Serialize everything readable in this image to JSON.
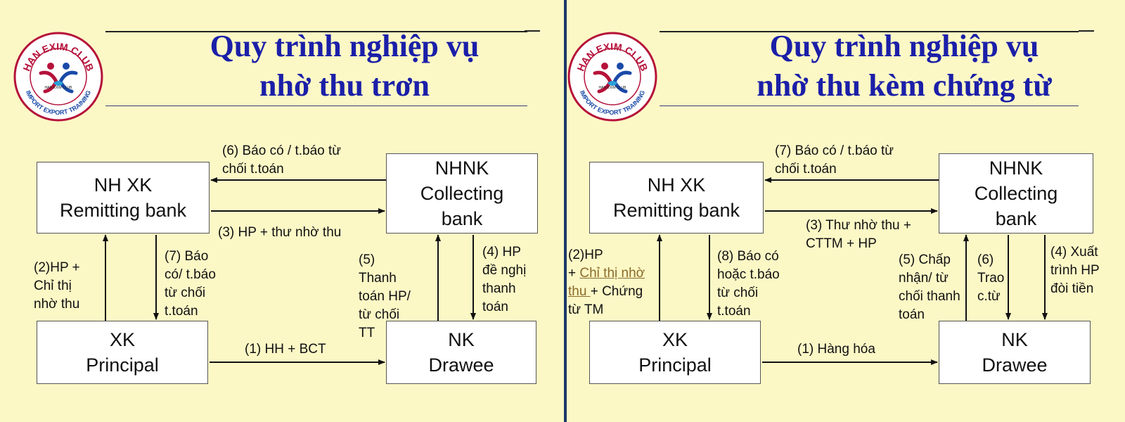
{
  "logo": {
    "top_text": "HAN EXIM CLUB",
    "bottom_text": "IMPORT EXPORT TRAINING",
    "center_text": "HAN EXIM CLUB"
  },
  "left_slide": {
    "title_line1": "Quy trình nghiệp vụ",
    "title_line2": "nhờ thu trơn",
    "boxes": {
      "remitting": [
        "NH XK",
        "Remitting bank"
      ],
      "collecting": [
        "NHNK",
        "Collecting",
        "bank"
      ],
      "principal": [
        "XK",
        "Principal"
      ],
      "drawee": [
        "NK",
        "Drawee"
      ]
    },
    "labels": {
      "step6": [
        "(6) Báo có / t.báo từ",
        "chối t.toán"
      ],
      "step3": [
        "(3) HP + thư nhờ thu"
      ],
      "step2": [
        "(2)HP +",
        "Chỉ thị",
        "nhờ thu"
      ],
      "step7": [
        "(7) Báo",
        "có/ t.báo",
        "từ chối",
        "t.toán"
      ],
      "step5": [
        "(5)",
        "Thanh",
        "toán HP/",
        "từ chối",
        "TT"
      ],
      "step4": [
        "(4) HP",
        "đề nghị",
        "thanh",
        "toán"
      ],
      "step1": [
        "(1) HH + BCT"
      ]
    }
  },
  "right_slide": {
    "title_line1": "Quy trình nghiệp vụ",
    "title_line2": "nhờ thu kèm chứng từ",
    "boxes": {
      "remitting": [
        "NH XK",
        "Remitting bank"
      ],
      "collecting": [
        "NHNK",
        "Collecting",
        "bank"
      ],
      "principal": [
        "XK",
        "Principal"
      ],
      "drawee": [
        "NK",
        "Drawee"
      ]
    },
    "labels": {
      "step7": [
        "(7) Báo có / t.báo từ",
        "chối t.toán"
      ],
      "step3": [
        "(3) Thư nhờ thu +",
        "CTTM + HP"
      ],
      "step2_line1": "(2)HP",
      "step2_plus": "+ ",
      "step2_link_a": "Chỉ thị nhờ",
      "step2_link_b": "thu ",
      "step2_rest": "+ Chứng",
      "step2_line4": "từ TM",
      "step8": [
        "(8) Báo có",
        "hoặc t.báo",
        "từ chối",
        "t.toán"
      ],
      "step5": [
        "(5) Chấp",
        "nhận/ từ",
        "chối thanh",
        "toán"
      ],
      "step6": [
        "(6)",
        "Trao",
        "c.từ"
      ],
      "step4": [
        "(4) Xuất",
        "trình HP",
        "đòi tiền"
      ],
      "step1": [
        "(1) Hàng hóa"
      ]
    }
  },
  "colors": {
    "slide_bg": "#fcf8c6",
    "title": "#1b1fa8",
    "divider": "#1a3a6a",
    "logo_ring": "#b5123a",
    "logo_blue": "#1a4aa8"
  }
}
